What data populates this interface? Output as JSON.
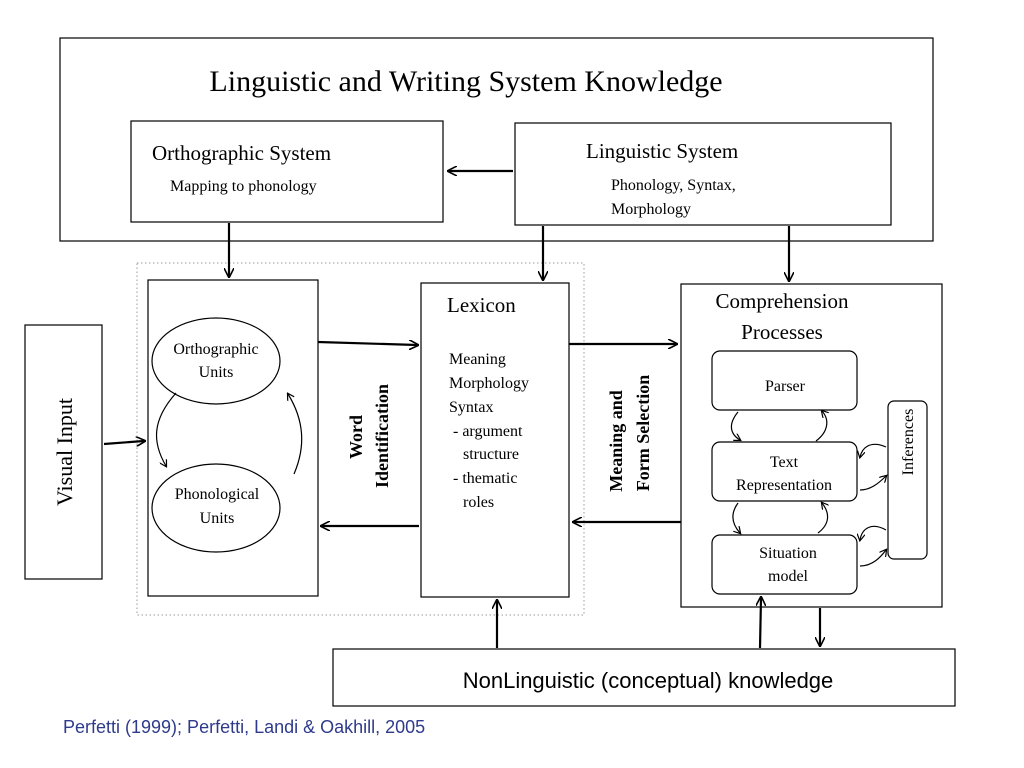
{
  "outer": {
    "title": "Linguistic and Writing System Knowledge"
  },
  "orthographic_system": {
    "title": "Orthographic System",
    "subtitle": "Mapping to phonology"
  },
  "linguistic_system": {
    "title": "Linguistic System",
    "subtitle_line1": "Phonology, Syntax,",
    "subtitle_line2": "Morphology"
  },
  "visual_input": {
    "label": "Visual Input"
  },
  "orthographic_units": {
    "line1": "Orthographic",
    "line2": "Units"
  },
  "phonological_units": {
    "line1": "Phonological",
    "line2": "Units"
  },
  "word_identification": {
    "line1": "Word",
    "line2": "Identification"
  },
  "lexicon": {
    "title": "Lexicon",
    "lines": [
      "Meaning",
      "Morphology",
      "Syntax",
      " - argument",
      "   structure",
      " - thematic",
      "   roles"
    ]
  },
  "meaning_form": {
    "line1": "Meaning and",
    "line2": "Form Selection"
  },
  "comprehension": {
    "title_line1": "Comprehension",
    "title_line2": "Processes",
    "parser": "Parser",
    "text_rep_line1": "Text",
    "text_rep_line2": "Representation",
    "situation_line1": "Situation",
    "situation_line2": "model",
    "inferences": "Inferences"
  },
  "nonlinguistic": {
    "label": "NonLinguistic (conceptual) knowledge"
  },
  "citation": {
    "text": "Perfetti (1999); Perfetti, Landi & Oakhill, 2005",
    "color": "#2e3a8c"
  }
}
